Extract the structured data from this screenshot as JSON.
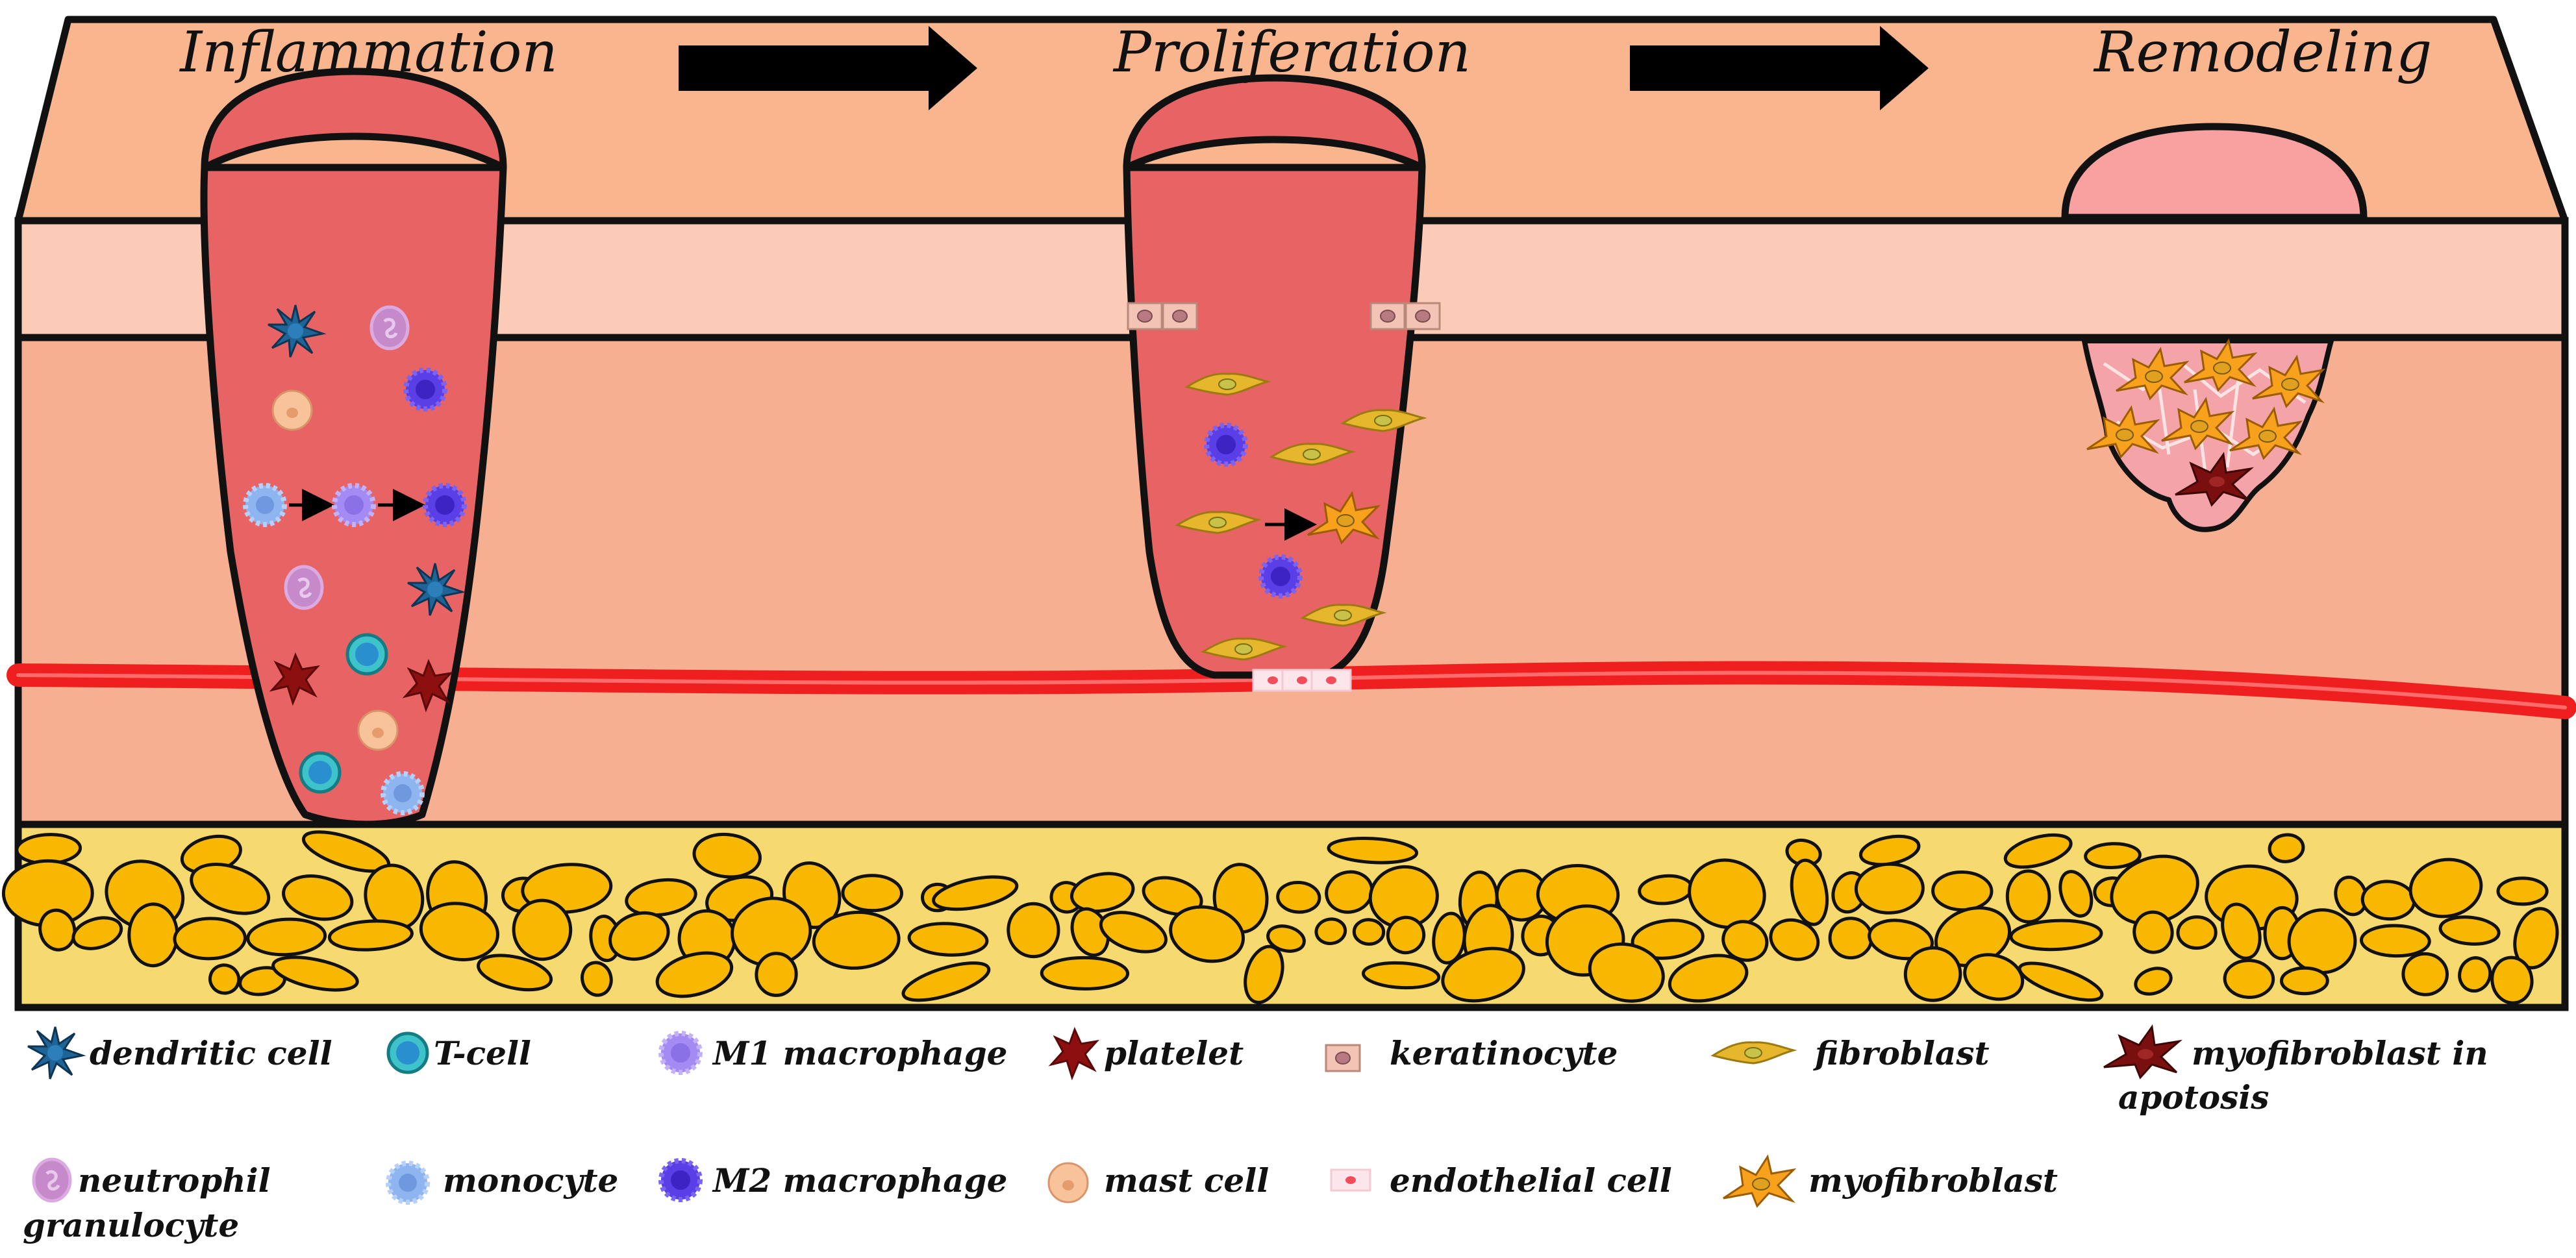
{
  "stages": [
    {
      "id": "inflammation",
      "title": "Inflammation"
    },
    {
      "id": "proliferation",
      "title": "Proliferation"
    },
    {
      "id": "remodeling",
      "title": "Remodeling"
    }
  ],
  "legend": {
    "row1": [
      {
        "icon": "dendritic-cell-icon",
        "line1": "dendritic cell",
        "line2": ""
      },
      {
        "icon": "t-cell-icon",
        "line1": "T-cell",
        "line2": ""
      },
      {
        "icon": "m1-macrophage-icon",
        "line1": "M1 macrophage",
        "line2": ""
      },
      {
        "icon": "platelet-icon",
        "line1": "platelet",
        "line2": ""
      },
      {
        "icon": "keratinocyte-icon",
        "line1": "keratinocyte",
        "line2": ""
      },
      {
        "icon": "fibroblast-icon",
        "line1": "fibroblast",
        "line2": ""
      },
      {
        "icon": "myofibroblast-apoptosis-icon",
        "line1": "myofibroblast in",
        "line2": "apotosis"
      }
    ],
    "row2": [
      {
        "icon": "neutrophil-icon",
        "line1": "neutrophil",
        "line2": "granulocyte"
      },
      {
        "icon": "monocyte-icon",
        "line1": "monocyte",
        "line2": ""
      },
      {
        "icon": "m2-macrophage-icon",
        "line1": "M2 macrophage",
        "line2": ""
      },
      {
        "icon": "mast-cell-icon",
        "line1": "mast cell",
        "line2": ""
      },
      {
        "icon": "endothelial-cell-icon",
        "line1": "endothelial cell",
        "line2": ""
      },
      {
        "icon": "myofibroblast-icon",
        "line1": "myofibroblast",
        "line2": ""
      }
    ]
  },
  "colors": {
    "epidermis_top": "#F9B68E",
    "epidermis_band": "#FCCBB8",
    "dermis": "#F7AF92",
    "wound": "#E86363",
    "scab_remodel": "#F9A1A1",
    "hypodermis_bg": "#F6DA70",
    "fat_cell": "#F8B800",
    "vessel": "#F01F1F",
    "dendritic": "#1F6496",
    "t_cell": "#42C8CF",
    "m1_macrophage": "#A48BF4",
    "m2_macrophage": "#5B3FE6",
    "platelet": "#8C1010",
    "keratinocyte": "#F3C3B6",
    "fibroblast": "#E6B62C",
    "myofibroblast": "#F7A11C",
    "myofibroblast_apoptosis": "#7A0F0F",
    "neutrophil": "#C68ACB",
    "monocyte": "#8FB5F0",
    "mast_cell": "#F8C29A",
    "endothelial": "#FCE4EA"
  }
}
